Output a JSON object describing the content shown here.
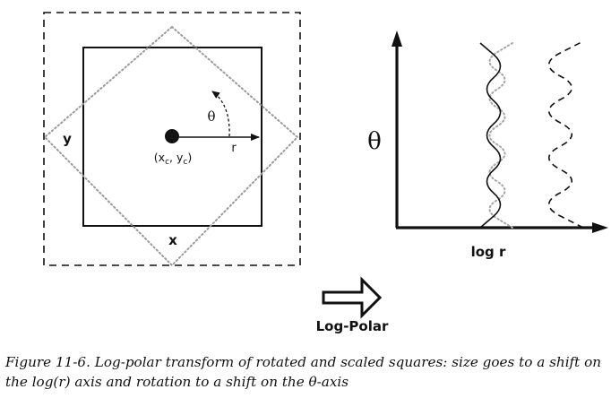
{
  "left_panel": {
    "y_label": "y",
    "x_label": "x",
    "theta_label": "θ",
    "r_label": "r",
    "center_label": {
      "open": "(x",
      "sub_x": "c",
      "sep": ", y",
      "sub_y": "c",
      "close": ")"
    }
  },
  "right_panel": {
    "y_axis_label": "θ",
    "x_axis_label": "log r"
  },
  "transform": {
    "label": "Log-Polar"
  },
  "caption": {
    "line1": "Figure 11-6. Log-polar transform of rotated and scaled squares: size goes to a shift on",
    "line2": "the log(r) axis and rotation to a shift on the θ-axis"
  }
}
